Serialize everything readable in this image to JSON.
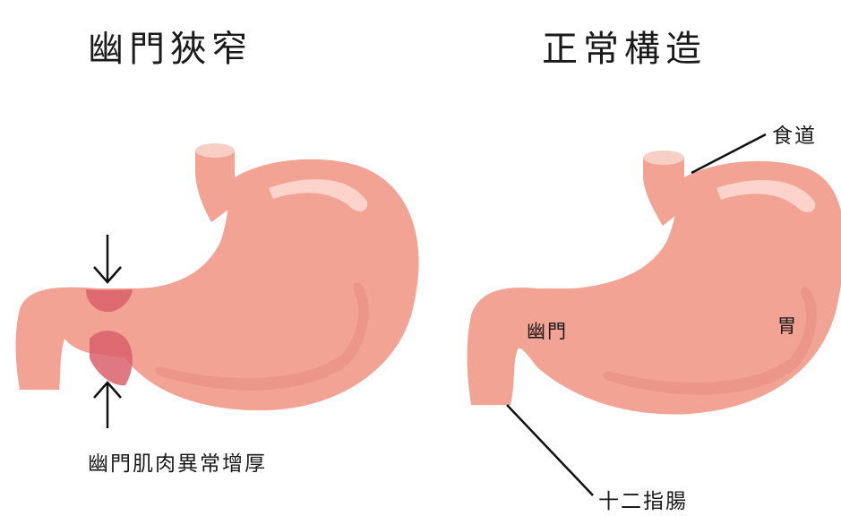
{
  "left_panel": {
    "title": "幽門狹窄",
    "annotation": "幽門肌肉異常增厚"
  },
  "right_panel": {
    "title": "正常構造",
    "labels": {
      "esophagus": "食道",
      "pylorus": "幽門",
      "stomach": "胃",
      "duodenum": "十二指腸"
    }
  },
  "colors": {
    "stomach_fill": "#f2a394",
    "stomach_outline": "#e9897a",
    "inner_band": "#e58c7f",
    "highlight": "#fbd3cb",
    "esophagus_top": "#f8cfc4",
    "thickening": "#d9606a",
    "arrow": "#111111"
  }
}
